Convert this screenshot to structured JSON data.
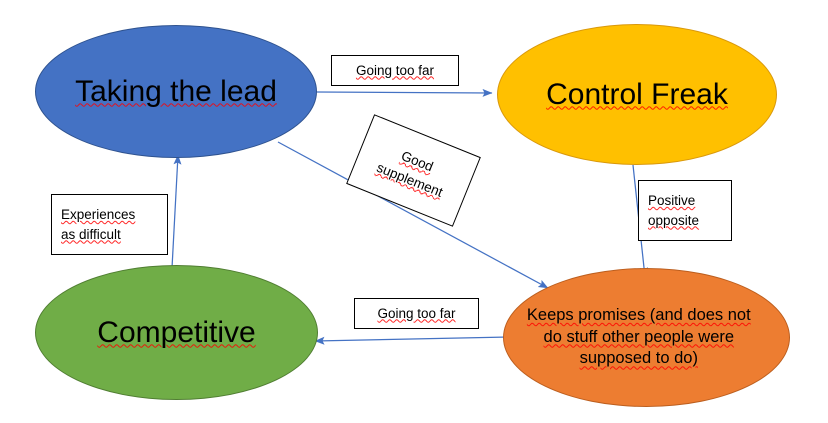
{
  "diagram": {
    "title": "Taking the lead / Control Freak / Competitive behaviour cycle",
    "background": "#ffffff",
    "edge_color": "#4472C4",
    "box_border_color": "#000000",
    "spellcheck_underline_color": "#FF0000"
  },
  "nodes": [
    {
      "id": "taking-the-lead",
      "label": "Taking the lead",
      "fill": "#4472C4",
      "stroke": "#2E528F",
      "text_color": "#000000"
    },
    {
      "id": "control-freak",
      "label": "Control Freak",
      "fill": "#FFC000",
      "stroke": "#D9980B",
      "text_color": "#000000"
    },
    {
      "id": "competitive",
      "label": "Competitive",
      "fill": "#70AD47",
      "stroke": "#507E32",
      "text_color": "#000000"
    },
    {
      "id": "keeps-promises",
      "label": "Keeps promises (and does not do stuff other people were supposed to do)",
      "line1": "Keeps promises (and does not",
      "line2": "do stuff other people were",
      "line3": "supposed to do)",
      "fill": "#ED7D31",
      "stroke": "#BC5E1E",
      "text_color": "#000000"
    }
  ],
  "edge_labels": [
    {
      "id": "going-too-far-top",
      "text": "Going too far",
      "from": "taking-the-lead",
      "to": "control-freak"
    },
    {
      "id": "good-supplement",
      "line1": "Good",
      "line2": "supplement",
      "text": "Good supplement",
      "from": "taking-the-lead",
      "to": "keeps-promises",
      "rotated": true
    },
    {
      "id": "positive-opposite",
      "line1": "Positive",
      "line2": "opposite",
      "text": "Positive opposite",
      "from": "control-freak",
      "to": "keeps-promises"
    },
    {
      "id": "going-too-far-bottom",
      "text": "Going too far",
      "from": "keeps-promises",
      "to": "competitive"
    },
    {
      "id": "experiences-as-difficult",
      "line1": "Experiences",
      "line2": "as difficult",
      "text": "Experiences as difficult",
      "from": "competitive",
      "to": "taking-the-lead"
    }
  ]
}
